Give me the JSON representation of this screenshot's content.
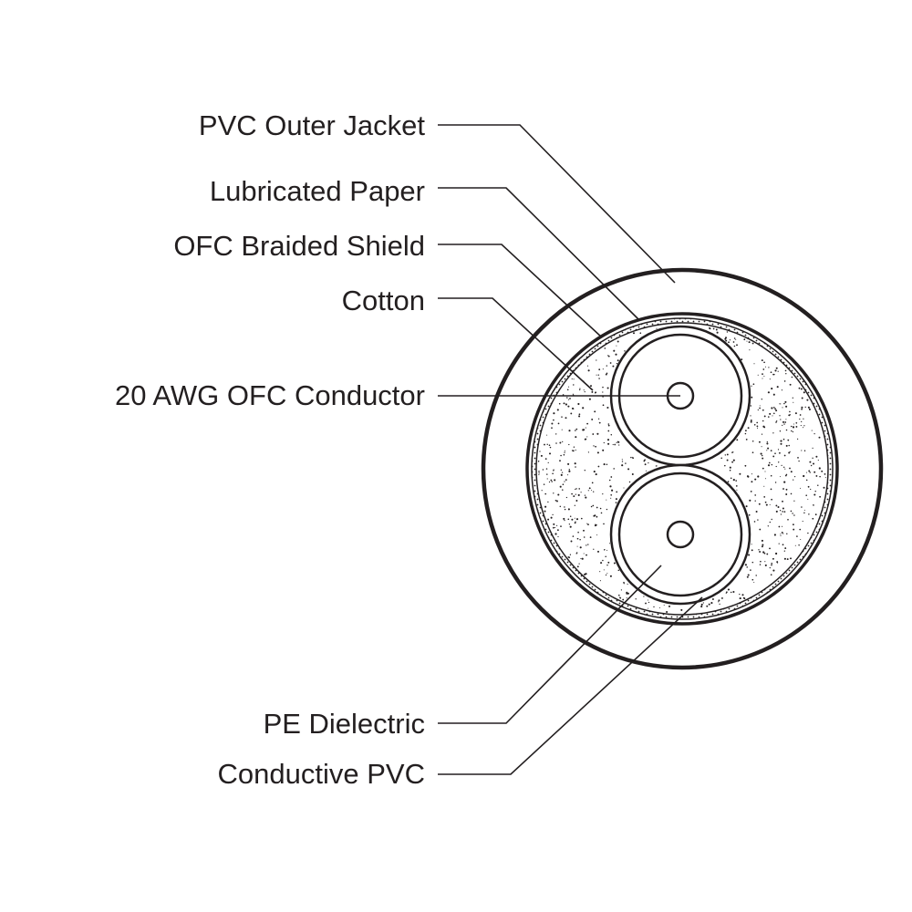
{
  "diagram": {
    "stroke_color": "#231f20",
    "fill_color": "#ffffff",
    "speckle_color": "#231f20",
    "labels": {
      "pvc_outer_jacket": "PVC Outer Jacket",
      "lubricated_paper": "Lubricated Paper",
      "ofc_braided_shield": "OFC Braided Shield",
      "cotton": "Cotton",
      "conductor": "20 AWG OFC Conductor",
      "pe_dielectric": "PE Dielectric",
      "conductive_pvc": "Conductive PVC"
    }
  }
}
